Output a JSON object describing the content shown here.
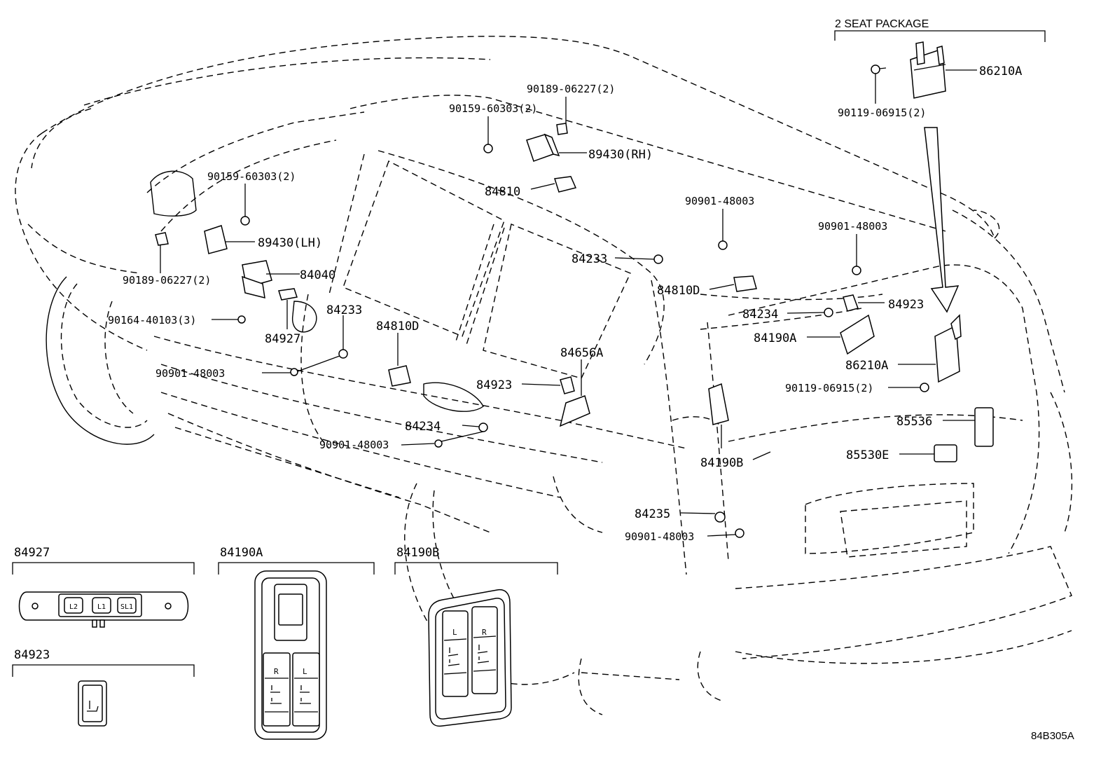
{
  "callouts": {
    "seat_package_title": "2 SEAT PACKAGE",
    "p86210A_top": "86210A",
    "p90119_top": "90119-06915(2)",
    "p90189_top": "90189-06227(2)",
    "p90159_top": "90159-60303(2)",
    "p89430_rh": "89430(RH)",
    "p84810": "84810",
    "p90901_a": "90901-48003",
    "p90901_b": "90901-48003",
    "p84233_a": "84233",
    "p84810D_right": "84810D",
    "p84234_right": "84234",
    "p84923_right": "84923",
    "p84190A": "84190A",
    "p86210A_mid": "86210A",
    "p90119_mid": "90119-06915(2)",
    "p85536": "85536",
    "p85530E": "85530E",
    "p84190B": "84190B",
    "p84235": "84235",
    "p90901_bottom": "90901-48003",
    "p90159_left": "90159-60303(2)",
    "p89430_lh": "89430(LH)",
    "p90189_left": "90189-06227(2)",
    "p84040": "84040",
    "p90164": "90164-40103(3)",
    "p84927": "84927",
    "p84233_b": "84233",
    "p90901_left": "90901-48003",
    "p84810D_mid": "84810D",
    "p84656A": "84656A",
    "p84923_mid": "84923",
    "p84234_mid": "84234",
    "p90901_mid": "90901-48003"
  },
  "insets": {
    "i84927": "84927",
    "i84923": "84923",
    "i84190A": "84190A",
    "i84190B": "84190B"
  },
  "switch_labels": {
    "l2": "L2",
    "l1": "L1",
    "sl": "SL1",
    "r": "R",
    "l": "L"
  },
  "figure_code": "84B305A"
}
